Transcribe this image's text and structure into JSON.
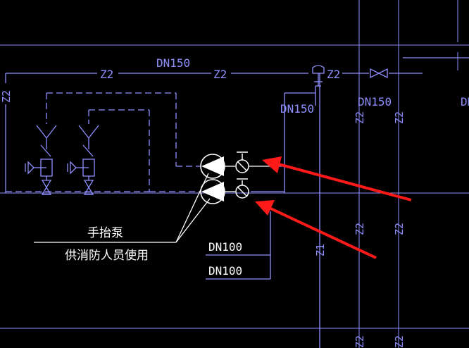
{
  "colors": {
    "background": "#000000",
    "pipe": "#8f8fff",
    "fixture": "#ffffff",
    "arrow": "#ff1a1a"
  },
  "labels": {
    "z2": "Z2",
    "z1": "Z1",
    "dn150": "DN150",
    "dn150_partial": "DN",
    "dn100": "DN100"
  },
  "annotation": {
    "line1": "手抬泵",
    "line2": "供消防人员使用"
  }
}
